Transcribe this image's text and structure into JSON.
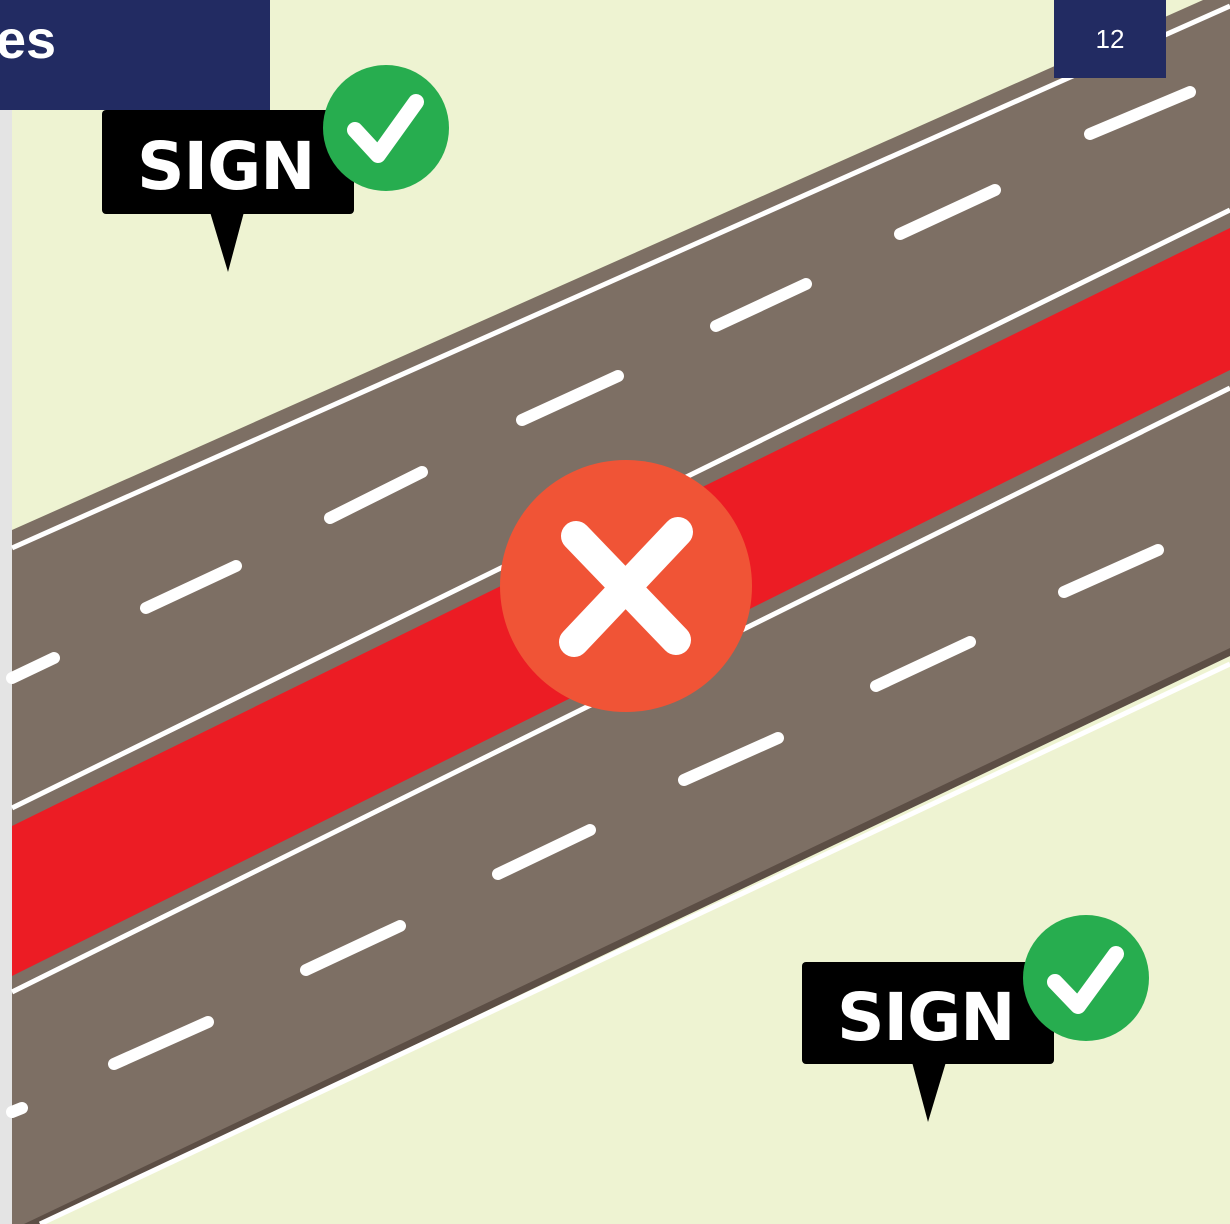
{
  "header": {
    "title_fragment": "es",
    "page_number": "12"
  },
  "signs": [
    {
      "label": "SIGN",
      "status": "allowed",
      "icon": "check-icon"
    },
    {
      "label": "SIGN",
      "status": "allowed",
      "icon": "check-icon"
    }
  ],
  "median": {
    "status": "not-allowed",
    "icon": "cross-icon"
  },
  "colors": {
    "background": "#eef3d2",
    "road": "#7d6f64",
    "median": "#ec1c24",
    "check": "#27ad4f",
    "cross": "#f05436",
    "header": "#222b62",
    "sign": "#000000"
  }
}
